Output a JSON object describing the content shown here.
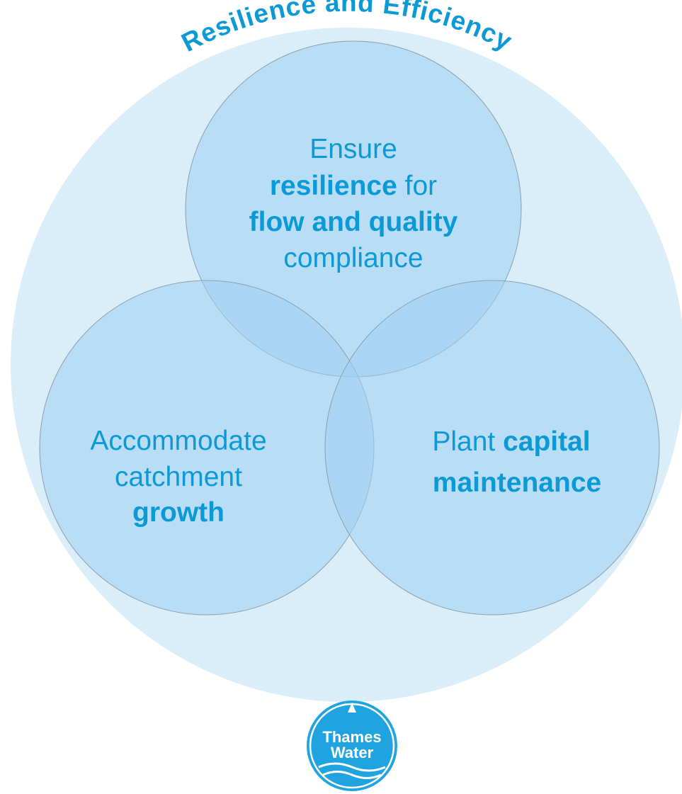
{
  "colors": {
    "outer_fill": "#daeef9",
    "circle_fill": "#9fd0f3",
    "circle_stroke": "#8a9fb0",
    "text": "#0b9ad6",
    "logo_fill": "#1fa4e0",
    "logo_text": "#ffffff"
  },
  "outer": {
    "title": "Resilience and Efficiency"
  },
  "circles": {
    "top": {
      "line1": "Ensure",
      "line2_bold": "resilience",
      "line2_rest": " for",
      "line3_bold": "flow and quality",
      "line4": "compliance"
    },
    "left": {
      "line1": "Accommodate",
      "line2": "catchment",
      "line3_bold": "growth"
    },
    "right": {
      "line1_plain": "Plant ",
      "line1_bold": "capital",
      "line2_bold": "maintenance"
    }
  },
  "logo": {
    "line1": "Thames",
    "line2": "Water",
    "icon": "thames-water-logo"
  }
}
